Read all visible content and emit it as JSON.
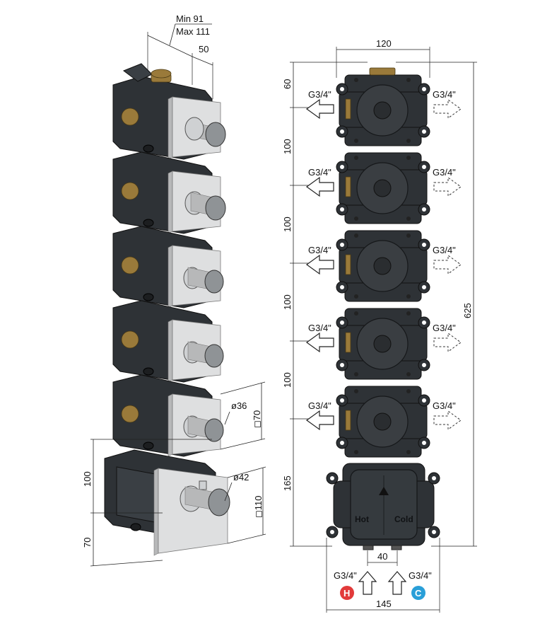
{
  "dimensions": {
    "depth_min": "Min 91",
    "depth_max": "Max 111",
    "handle_projection": "50",
    "total_width": "120",
    "module_height_first": "60",
    "module_pitch": "100",
    "total_height": "625",
    "thermostat_height": "165",
    "inlet_spacing": "40",
    "plate_width": "145",
    "small_knob_diameter": "ø36",
    "small_plate_size": "◻70",
    "large_knob_diameter": "ø42",
    "large_plate_size": "◻110",
    "left_module_pitch": "100",
    "left_bottom_offset": "70"
  },
  "connections": {
    "outlet_thread": "G3/4\"",
    "outlet_count": 5,
    "hot_inlet": "G3/4\"",
    "cold_inlet": "G3/4\""
  },
  "labels": {
    "hot": "Hot",
    "cold": "Cold",
    "hot_badge": "H",
    "cold_badge": "C"
  },
  "colors": {
    "hot": "#e23a3a",
    "cold": "#2a9fd8",
    "body": "#2e3236",
    "brass": "#9a7a3a",
    "plate": "#dedfe0"
  }
}
